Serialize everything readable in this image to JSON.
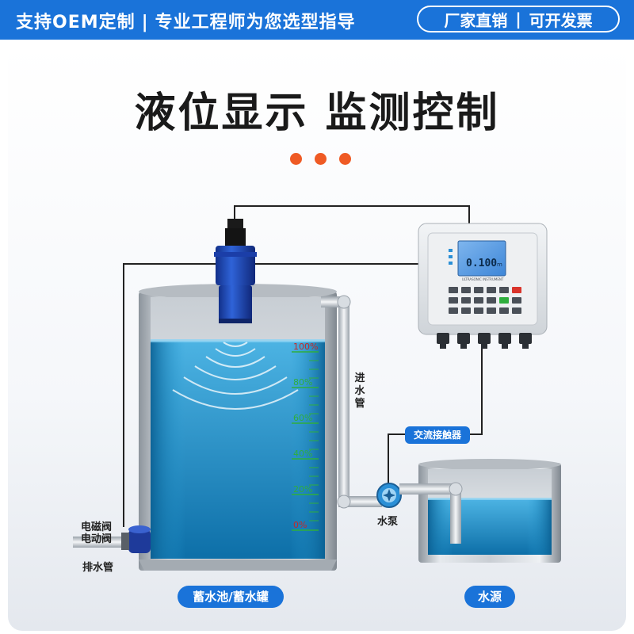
{
  "header": {
    "left_1": "支持OEM定制",
    "left_sep": "|",
    "left_2": "专业工程师为您选型指导",
    "right_1": "厂家直销",
    "right_sep": "|",
    "right_2": "可开发票"
  },
  "title": "液位显示 监测控制",
  "controller": {
    "reading": "0.100",
    "unit": "m",
    "brand": "ULTRASONIC INSTRUMENT"
  },
  "scale": [
    "100%",
    "80%",
    "60%",
    "40%",
    "20%",
    "0%"
  ],
  "labels": {
    "inlet_pipe": "进水管",
    "contactor": "交流接触器",
    "pump": "水泵",
    "solenoid_valve": "电磁阀",
    "electric_valve": "电动阀",
    "drain_pipe": "排水管",
    "storage_tank": "蓄水池/蓄水罐",
    "water_source": "水源"
  },
  "colors": {
    "brand_blue": "#1a73d9",
    "accent_orange": "#ef5a24",
    "water_blue": "#1f8fc6",
    "scale_green": "#2fae3d",
    "scale_red": "#c62828"
  }
}
